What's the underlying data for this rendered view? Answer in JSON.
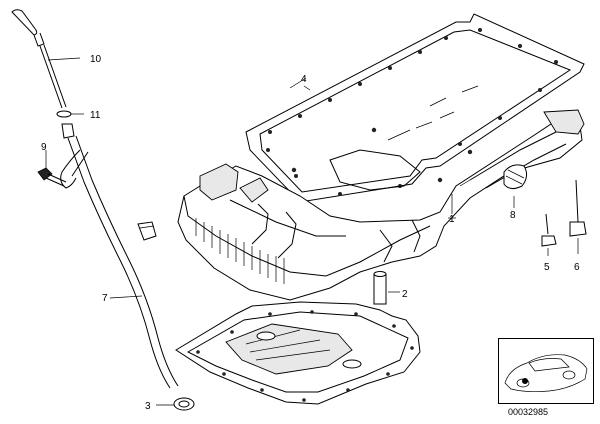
{
  "diagram": {
    "callouts": [
      {
        "id": "c1",
        "text": "1"
      },
      {
        "id": "c2",
        "text": "2"
      },
      {
        "id": "c3",
        "text": "3"
      },
      {
        "id": "c4",
        "text": "4"
      },
      {
        "id": "c5",
        "text": "5"
      },
      {
        "id": "c6",
        "text": "6"
      },
      {
        "id": "c7",
        "text": "7"
      },
      {
        "id": "c8",
        "text": "8"
      },
      {
        "id": "c9",
        "text": "9"
      },
      {
        "id": "c10",
        "text": "10"
      },
      {
        "id": "c11",
        "text": "11"
      }
    ],
    "reference_code": "00032985"
  }
}
